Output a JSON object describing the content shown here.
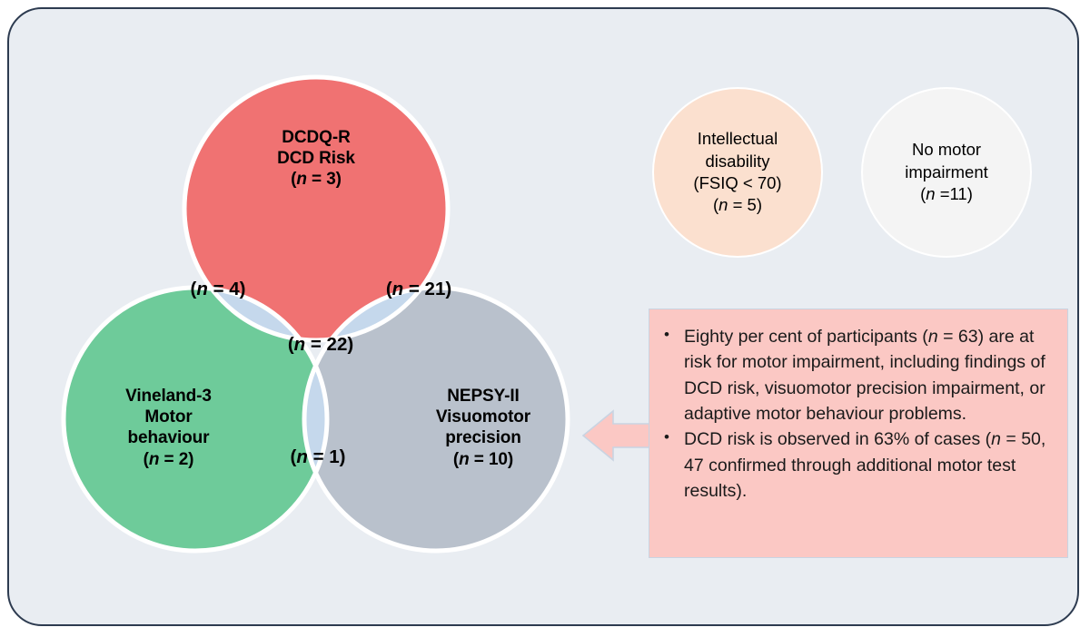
{
  "figure": {
    "background_color": "#e9edf2",
    "frame_border_color": "#2d3b50",
    "page_background": "#ffffff"
  },
  "venn": {
    "type": "venn3",
    "set_colors": {
      "top": "#f07272",
      "left": "#6ecb9a",
      "right": "#b9c1cc",
      "pairwise_overlap": "#c5d8ec",
      "triple_overlap": "#f2d574",
      "outline": "#ffffff"
    },
    "sets": [
      {
        "id": "dcdq-r",
        "position": "top",
        "color": "#f07272",
        "lines": [
          "DCDQ-R",
          "DCD Risk"
        ],
        "count_text": "(n = 3)",
        "count": 3
      },
      {
        "id": "vineland-3",
        "position": "left",
        "color": "#6ecb9a",
        "lines": [
          "Vineland-3",
          "Motor",
          "behaviour"
        ],
        "count_text": "(n = 2)",
        "count": 2
      },
      {
        "id": "nepsy-ii",
        "position": "right",
        "color": "#b9c1cc",
        "lines": [
          "NEPSY-II",
          "Visuomotor",
          "precision"
        ],
        "count_text": "(n = 10)",
        "count": 10
      }
    ],
    "regions": [
      {
        "id": "top-left",
        "label": "(n = 4)",
        "count": 4,
        "color": "#c5d8ec"
      },
      {
        "id": "top-right",
        "label": "(n = 21)",
        "count": 21,
        "color": "#c5d8ec"
      },
      {
        "id": "center",
        "label": "(n = 22)",
        "count": 22,
        "color": "#f2d574"
      },
      {
        "id": "left-right",
        "label": "(n = 1)",
        "count": 1,
        "color": "#c5d8ec"
      }
    ]
  },
  "solo_circles": [
    {
      "id": "intellectual-disability",
      "color": "#fbe0cf",
      "lines": [
        "Intellectual",
        "disability",
        "(FSIQ < 70)"
      ],
      "count_text": "(n = 5)",
      "count": 5
    },
    {
      "id": "no-motor-impairment",
      "color": "#f4f4f4",
      "lines": [
        "No motor",
        "impairment"
      ],
      "count_text": "(n =11)",
      "count": 11
    }
  ],
  "callout": {
    "background_color": "#fbc8c4",
    "border_color": "#c9d4e2",
    "arrow_color": "#fbc8c4",
    "arrow_direction": "left",
    "bullets": [
      {
        "parts": [
          {
            "text": "Eighty per cent of participants ("
          },
          {
            "text": "n",
            "italic": true
          },
          {
            "text": " = 63) are at risk for motor impairment, including findings of DCD risk, visuomotor precision impairment, or adaptive motor behaviour problems."
          }
        ]
      },
      {
        "parts": [
          {
            "text": "DCD risk is observed in 63% of cases ("
          },
          {
            "text": "n",
            "italic": true
          },
          {
            "text": " = 50, 47 confirmed through additional motor test results)."
          }
        ]
      }
    ]
  }
}
